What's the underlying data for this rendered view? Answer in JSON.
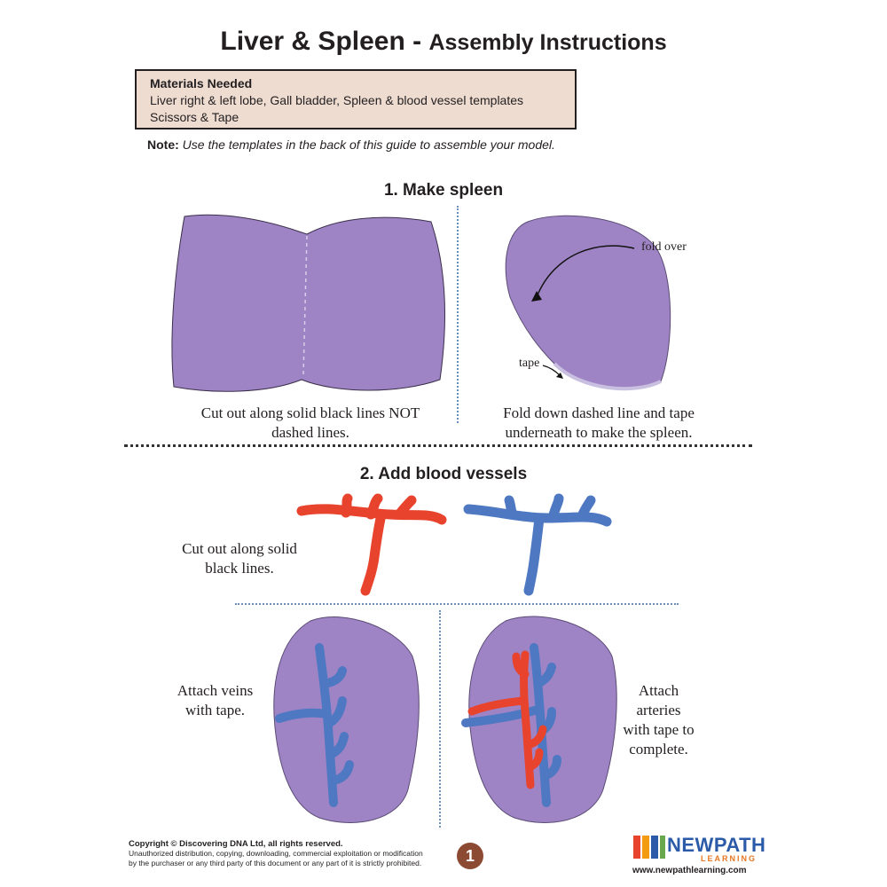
{
  "title": {
    "main": "Liver & Spleen",
    "dash": " - ",
    "sub": "Assembly Instructions"
  },
  "materials": {
    "heading": "Materials Needed",
    "line1": "Liver right & left lobe, Gall bladder, Spleen & blood vessel templates",
    "line2": "Scissors & Tape"
  },
  "note": {
    "label": "Note:",
    "text": " Use the templates in the back of this guide to assemble your model."
  },
  "step1": {
    "heading": "1.  Make spleen",
    "caption_left": [
      "Cut out along solid black lines NOT",
      "dashed lines."
    ],
    "caption_right": [
      "Fold down dashed line and tape",
      "underneath to make the spleen."
    ],
    "label_fold": "fold over",
    "label_tape": "tape"
  },
  "step2": {
    "heading": "2.  Add blood vessels",
    "caption_cut": [
      "Cut out along solid",
      "black lines."
    ],
    "caption_veins": [
      "Attach veins",
      "with tape."
    ],
    "caption_arteries": [
      "Attach arteries",
      "with tape to",
      "complete."
    ]
  },
  "footer": {
    "copyright_head": "Copyright © Discovering DNA Ltd, all rights reserved.",
    "copyright_l1": "Unauthorized distribution, copying, downloading, commercial exploitation or modification",
    "copyright_l2": "by the purchaser or any third party of this document or any part of it is strictly prohibited.",
    "page_number": "1",
    "logo_name": "NEWPATH",
    "logo_sub": "LEARNING",
    "url": "www.newpathlearning.com"
  },
  "colors": {
    "spleen": "#9f84c5",
    "artery": "#e8432d",
    "vein": "#4f78c2",
    "materials_bg": "#eedcd1",
    "page_badge": "#8d4a33"
  }
}
